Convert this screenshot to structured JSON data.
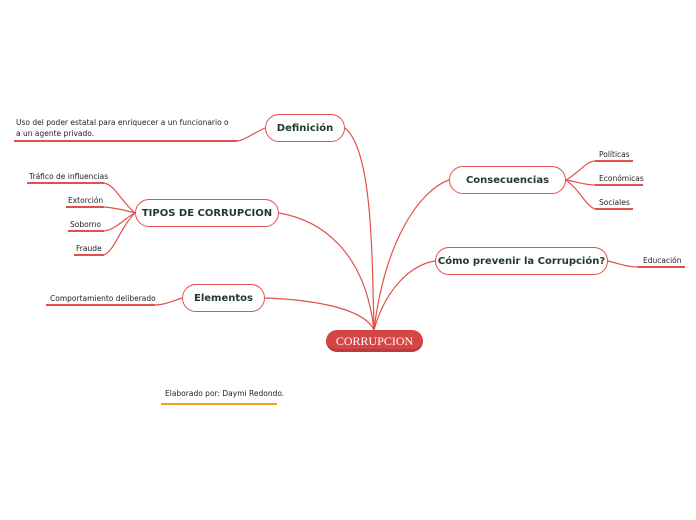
{
  "root": {
    "label": "CORRUPCION"
  },
  "topics": {
    "definicion": {
      "label": "Definición"
    },
    "tipos": {
      "label": "TIPOS DE CORRUPCION"
    },
    "elementos": {
      "label": "Elementos"
    },
    "consecuencias": {
      "label": "Consecuencias"
    },
    "prevenir": {
      "label": "Cómo prevenir la Corrupción?"
    }
  },
  "leaves": {
    "definicion_text": "Uso del poder estatal para enriquecer a un funcionario o a un agente privado.",
    "trafico": "Tráfico de influencias",
    "extorcion": "Extorción",
    "soborno": "Soborno",
    "fraude": "Fraude",
    "comportamiento": "Comportamiento deliberado",
    "politicas": "Políticas",
    "economicas": "Económicas",
    "sociales": "Sociales",
    "educacion": "Educación"
  },
  "credit": "Elaborado por: Daymi Redondo.",
  "colors": {
    "accent": "#e2504c",
    "root_fill": "#d64545",
    "credit_underline": "#f0a020",
    "topic_text": "#1f3a27"
  }
}
